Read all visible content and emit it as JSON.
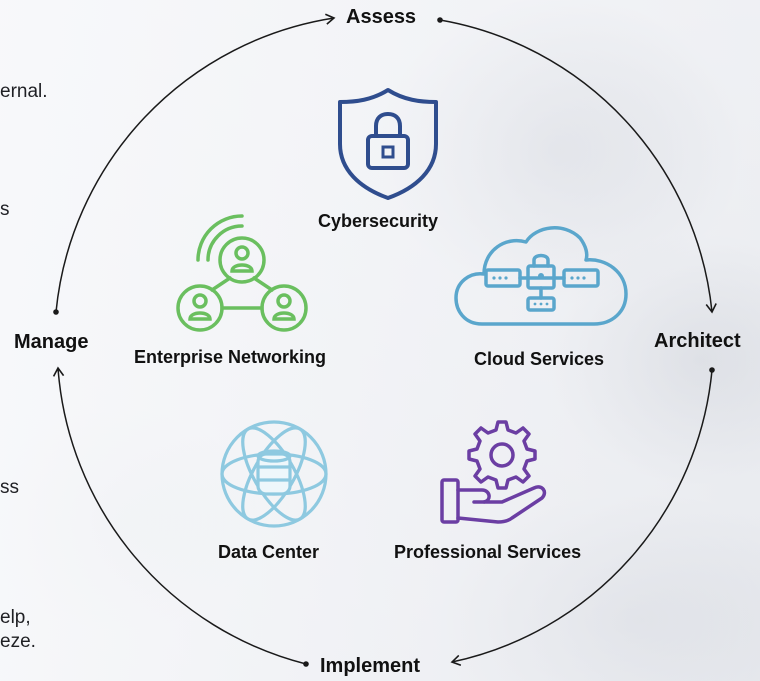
{
  "stages": {
    "assess": "Assess",
    "architect": "Architect",
    "implement": "Implement",
    "manage": "Manage"
  },
  "services": {
    "cybersecurity": "Cybersecurity",
    "enterprise_networking": "Enterprise Networking",
    "cloud_services": "Cloud Services",
    "data_center": "Data Center",
    "professional_services": "Professional Services"
  },
  "left_text_fragments": [
    "ernal.",
    "s",
    "ss",
    "elp,",
    "eze."
  ],
  "colors": {
    "cybersecurity": "#2f4d8e",
    "enterprise_networking": "#6abf5f",
    "cloud_services": "#5aa6cc",
    "data_center": "#8ec9e0",
    "professional_services": "#6b3ea3",
    "cycle": "#1a1a1a"
  }
}
